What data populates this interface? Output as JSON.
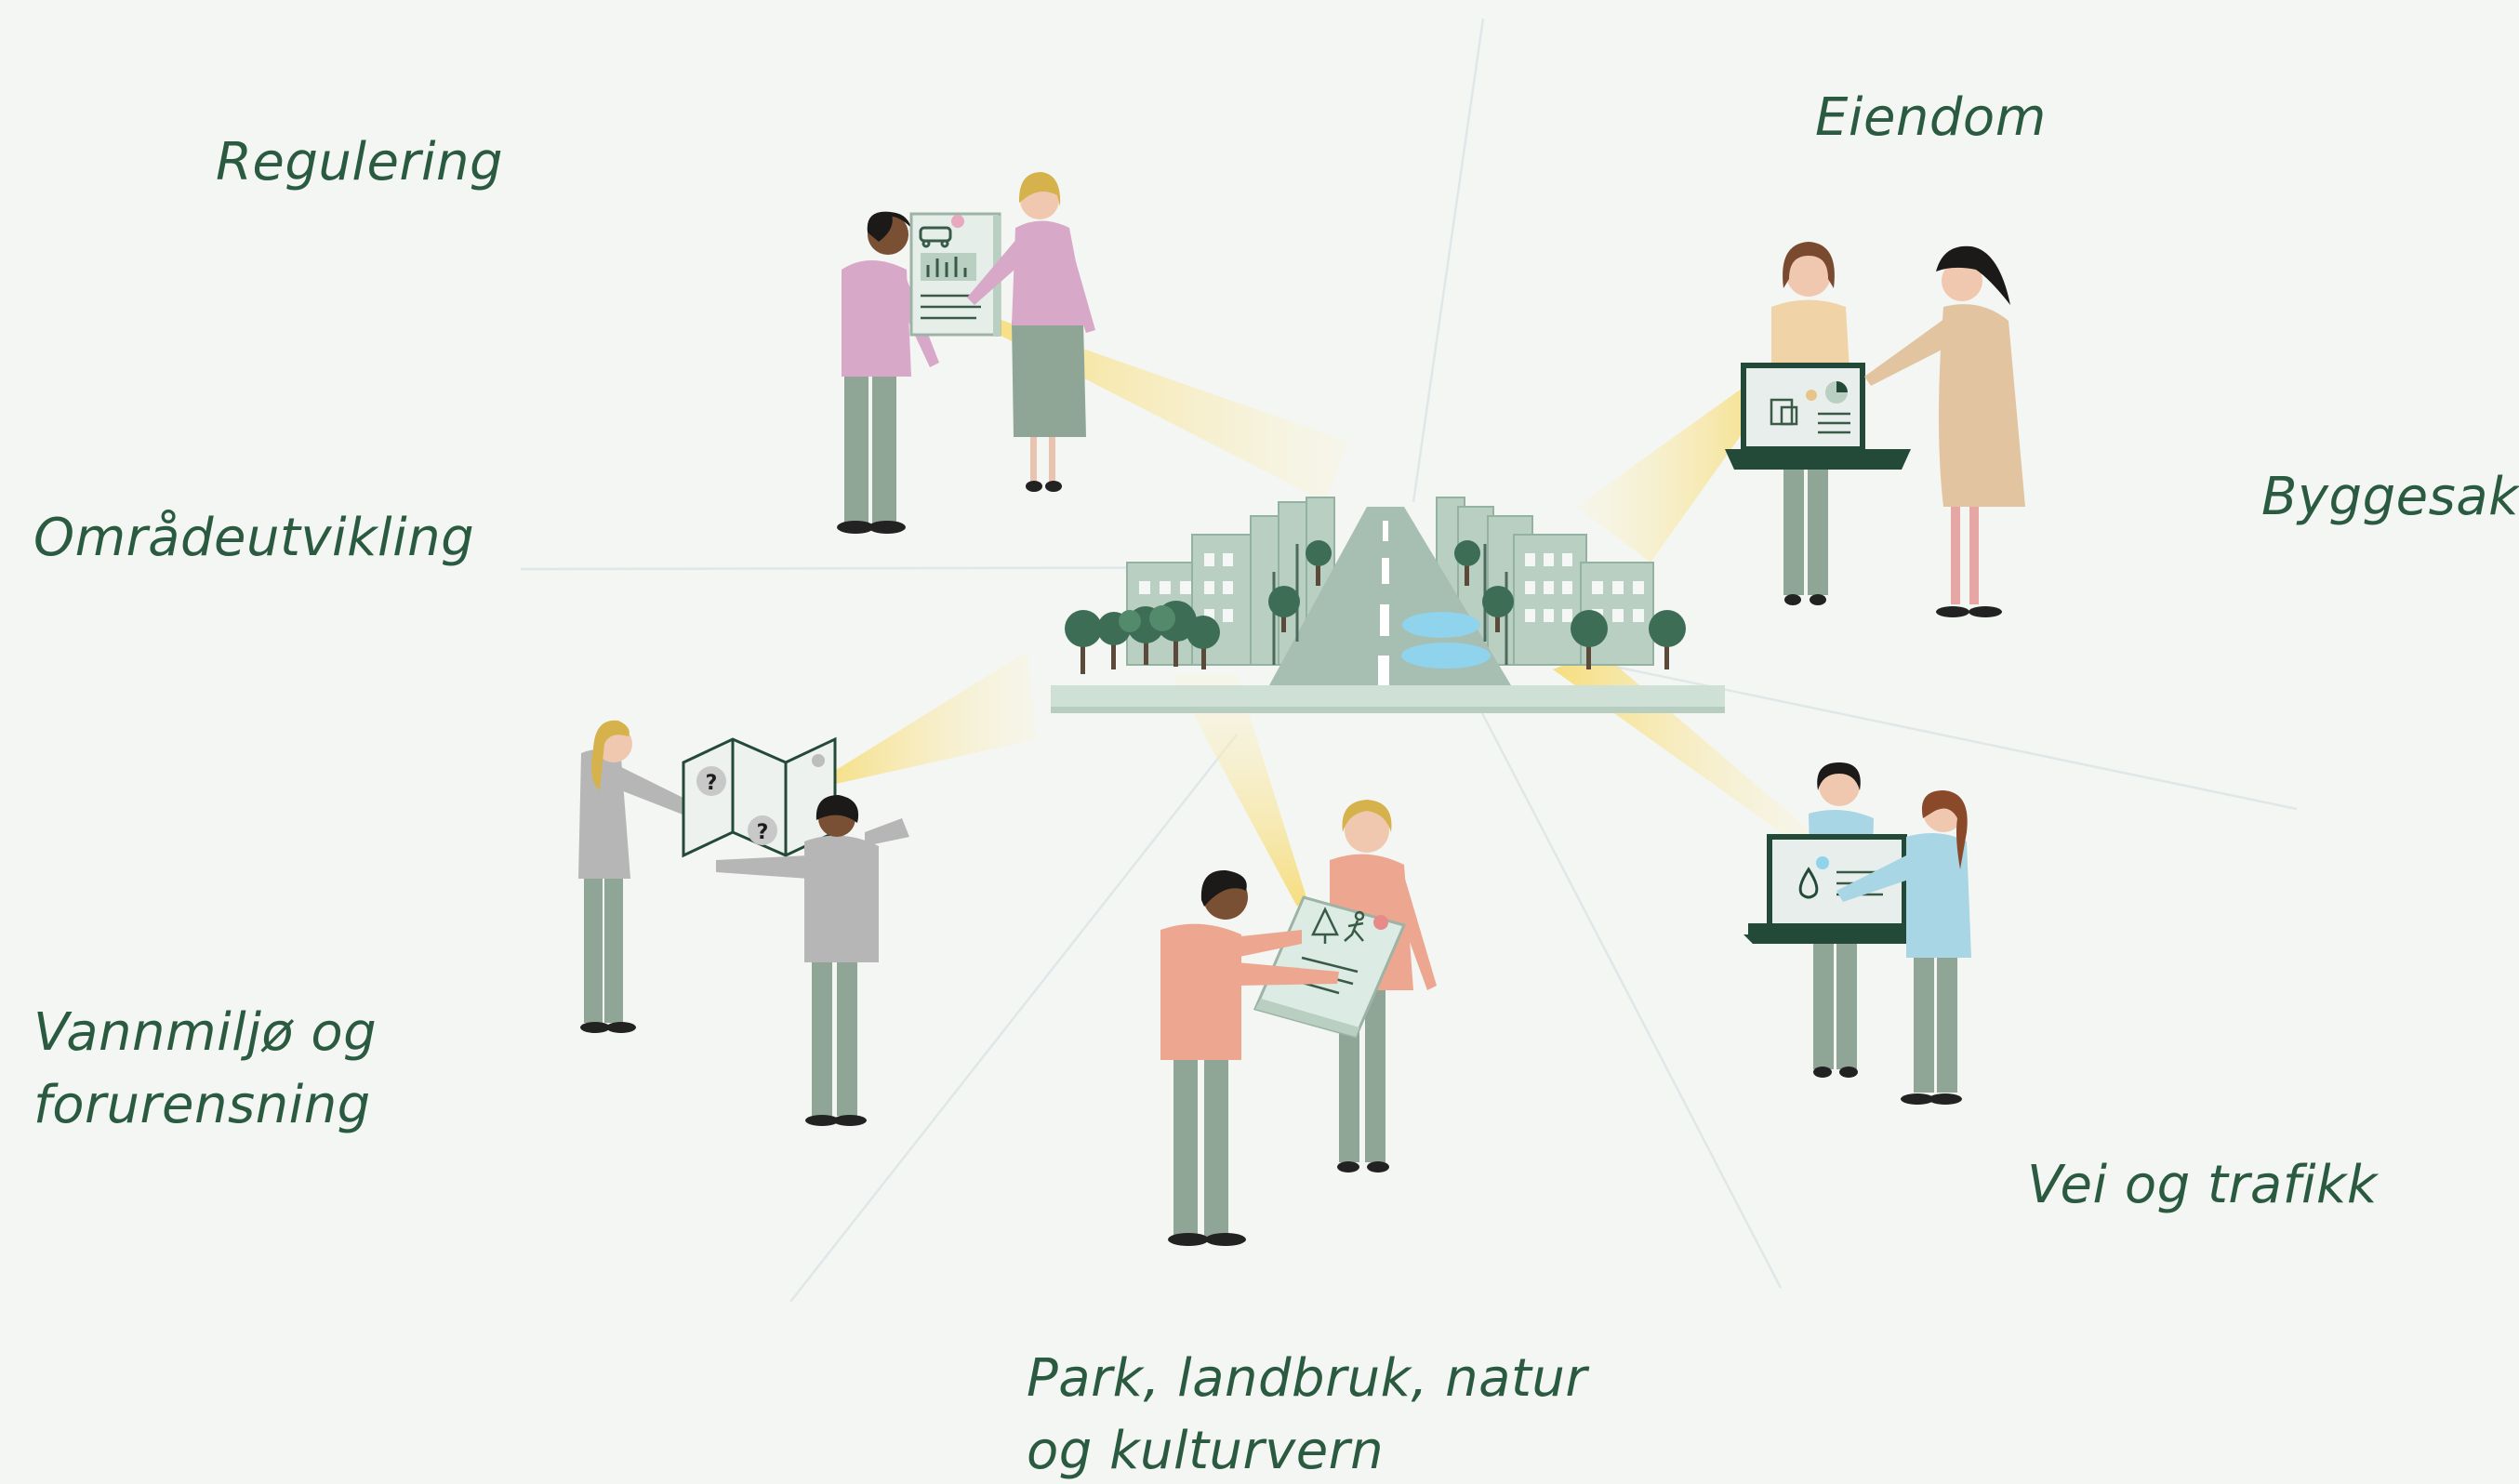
{
  "topics": {
    "regulering": "Regulering",
    "eiendom": "Eiendom",
    "omradeutvikling": "Områdeutvikling",
    "byggesak": "Byggesak",
    "vannmiljo": [
      "Vannmiljø og",
      "forurensning"
    ],
    "vei_og_trafikk": "Vei og trafikk",
    "park": [
      "Park, landbruk, natur",
      "og kulturvern"
    ]
  },
  "map_markers": [
    "?",
    "?"
  ],
  "colors": {
    "background": "#f4f6f3",
    "label_text": "#2a5a40",
    "building": "#b8cfc2",
    "tree": "#3d6e55",
    "road": "#a7bfb3",
    "water": "#8fd3ec",
    "light_beam": "#f6e5a0",
    "trousers": "#8fa596",
    "pink_shirt": "#d8a8c8",
    "beige_shirt": "#f0d4a8",
    "tan_coat": "#e2c4a0",
    "grey_shirt": "#b6b6b6",
    "salmon_shirt": "#eda690",
    "light_blue_shirt": "#a8d6e4",
    "laptop": "#234a38"
  },
  "icons": [
    "car-icon",
    "bar-chart-icon",
    "pie-chart-icon",
    "building-icon",
    "water-drop-icon",
    "tree-icon",
    "runner-icon",
    "map-icon",
    "laptop-icon"
  ]
}
